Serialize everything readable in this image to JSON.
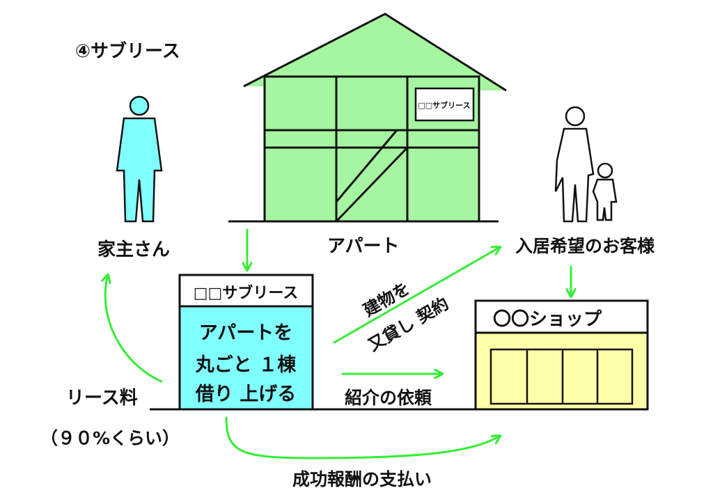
{
  "title": "④サブリース",
  "colors": {
    "house": "#a6f5a0",
    "sublease_body": "#80ffff",
    "shop_body": "#ffffa8",
    "arrow": "#33ee33",
    "owner": "#80ffff"
  },
  "house": {
    "sign": "□□サブリース",
    "label": "アパート"
  },
  "owner": {
    "label": "家主さん"
  },
  "customers": {
    "label": "入居希望のお客様"
  },
  "sublease_box": {
    "header": "□□サブリース",
    "lines": [
      "アパートを",
      "丸ごと １棟",
      "借り 上げる"
    ]
  },
  "shop": {
    "header": "〇〇ショップ"
  },
  "labels": {
    "lease_fee": "リース料",
    "lease_pct": "（９０%くらい）",
    "contract_line1": "建物を",
    "contract_line2": "又貸し 契約",
    "referral": "紹介の依頼",
    "success_fee": "成功報酬の支払い"
  }
}
